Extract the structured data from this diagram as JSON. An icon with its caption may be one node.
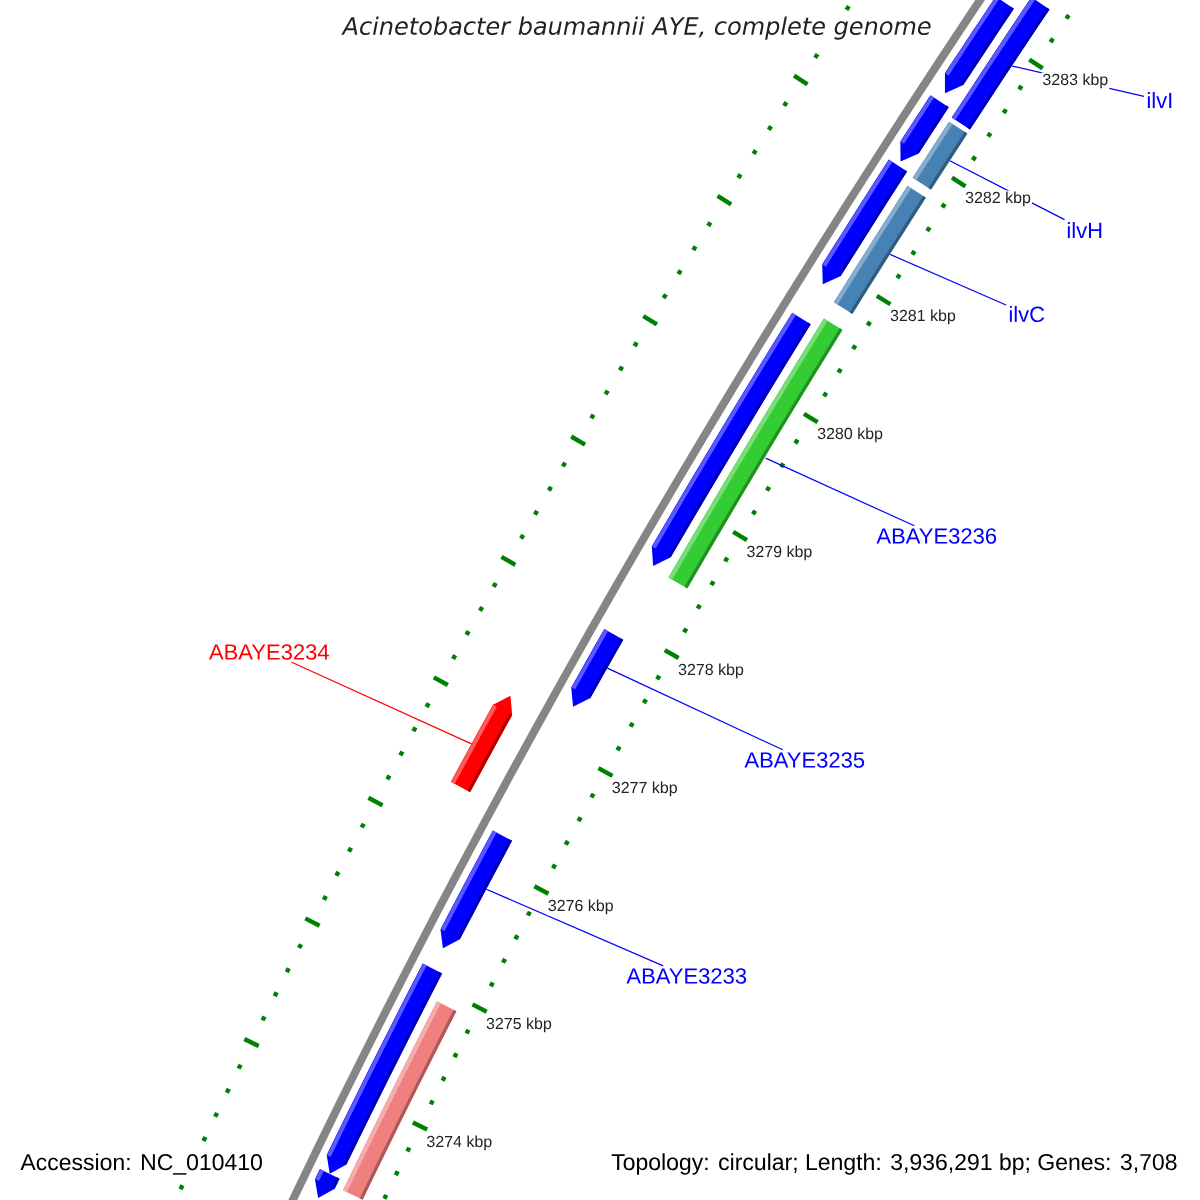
{
  "diagram": {
    "title": "Acinetobacter baumannii AYE, complete genome",
    "nodes": [
      {
        "text": [
          "ilvI"
        ]
      },
      {
        "text": [
          "ilvH"
        ]
      },
      {
        "text": [
          "ilvC"
        ]
      },
      {
        "text": [
          "ABAYE3236"
        ]
      },
      {
        "text": [
          "ABAYE3234"
        ]
      },
      {
        "text": [
          "ABAYE3235"
        ]
      },
      {
        "text": [
          "ABAYE3233"
        ]
      },
      {
        "text": [],
        "shape": "bar"
      },
      {
        "text": [],
        "shape": "bar"
      },
      {
        "text": [],
        "shape": "bar"
      },
      {
        "text": [],
        "shape": "bar"
      },
      {
        "text": [],
        "shape": "bar"
      },
      {
        "text": [],
        "shape": "bar"
      },
      {
        "text": [],
        "shape": "bar"
      },
      {
        "text": [],
        "shape": "bar"
      },
      {
        "text": [],
        "shape": "bar"
      },
      {
        "text": [],
        "shape": "bar"
      },
      {
        "text": [],
        "shape": "bar"
      },
      {
        "text": [],
        "shape": "bar"
      },
      {
        "text": [],
        "shape": "bar"
      },
      {
        "text": [],
        "shape": "bar"
      }
    ],
    "edges": [
      {
        "from": 0,
        "to": 8,
        "arrow": "none"
      },
      {
        "from": 1,
        "to": 10,
        "arrow": "none"
      },
      {
        "from": 2,
        "to": 12,
        "arrow": "none"
      },
      {
        "from": 3,
        "to": 14,
        "arrow": "none"
      },
      {
        "from": 4,
        "to": 16,
        "arrow": "none",
        "color": "#ff0000"
      },
      {
        "from": 5,
        "to": 15,
        "arrow": "none"
      },
      {
        "from": 6,
        "to": 17,
        "arrow": "none"
      }
    ],
    "labels": [
      "3283 kbp",
      "3282 kbp",
      "3281 kbp",
      "3280 kbp",
      "3279 kbp",
      "3278 kbp",
      "3277 kbp",
      "3276 kbp",
      "3275 kbp",
      "3274 kbp",
      "Accession: NC_010410",
      "Topology: circular; Length: 3,936,291 bp; Genes: 3,708"
    ]
  }
}
